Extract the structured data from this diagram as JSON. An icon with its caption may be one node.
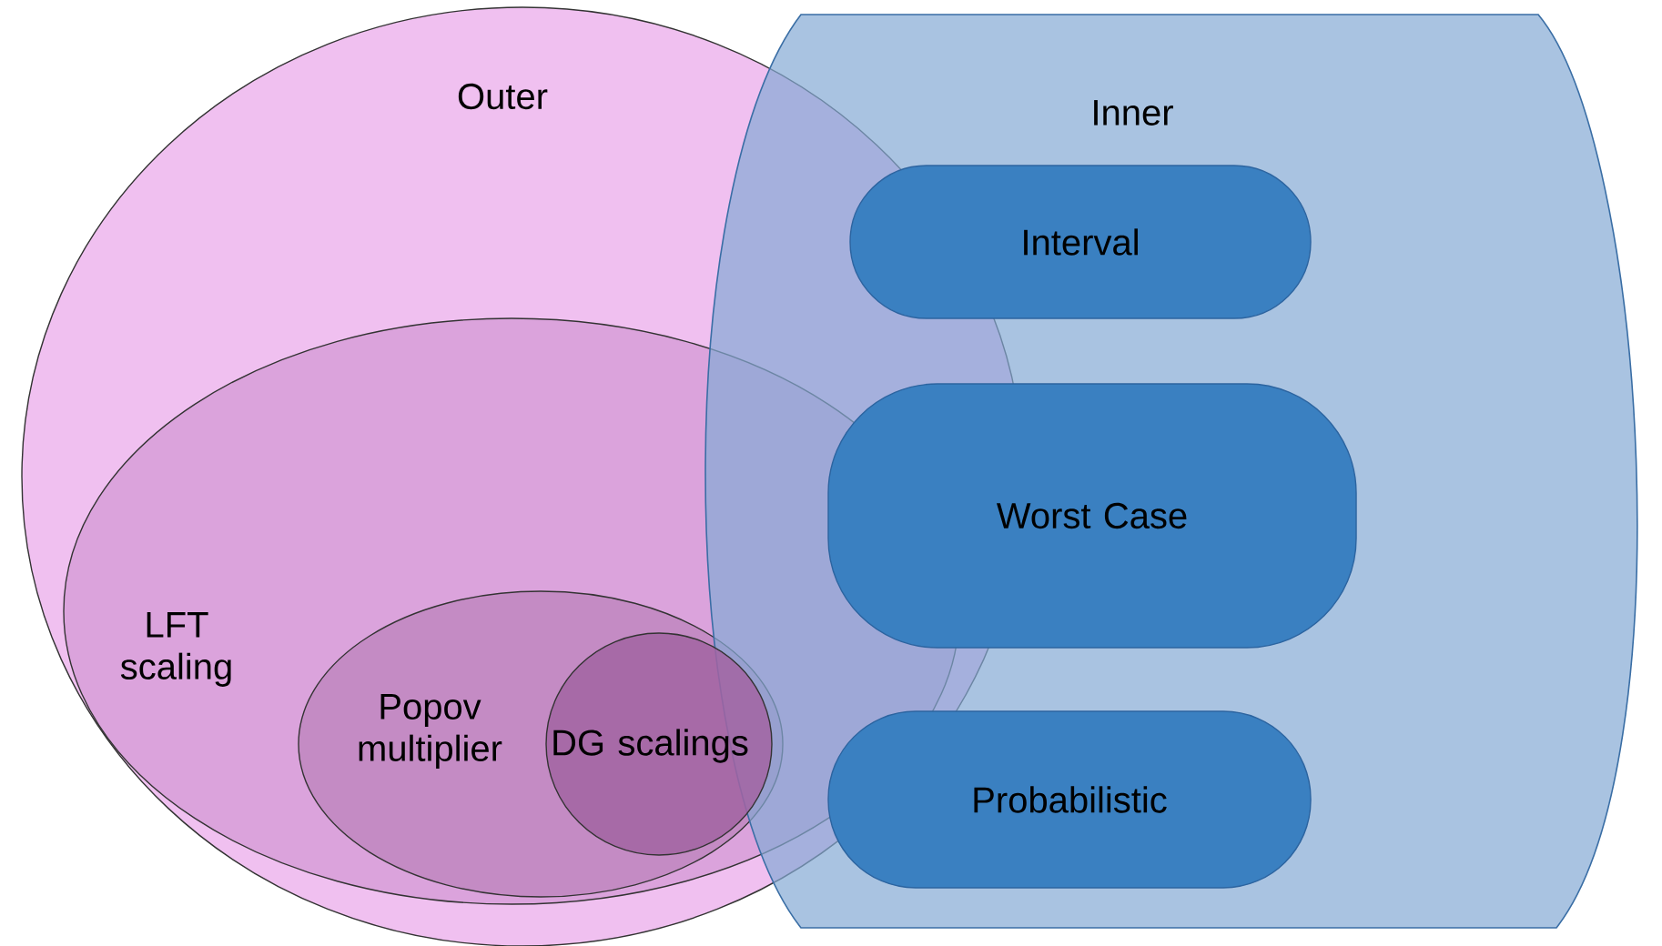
{
  "diagram": {
    "nodes": [
      {
        "text": [
          "Outer"
        ]
      },
      {
        "text": [
          "LFT scaling"
        ],
        "in": 0
      },
      {
        "text": [
          "Popov multiplier"
        ],
        "in": 1
      },
      {
        "text": [
          "DG scalings"
        ],
        "in": 2
      },
      {
        "text": [
          "Inner"
        ]
      },
      {
        "text": [
          "Interval"
        ],
        "in": 4
      },
      {
        "text": [
          "Worst Case"
        ],
        "in": 4
      },
      {
        "text": [
          "Probabilistic"
        ],
        "in": 4
      }
    ]
  }
}
